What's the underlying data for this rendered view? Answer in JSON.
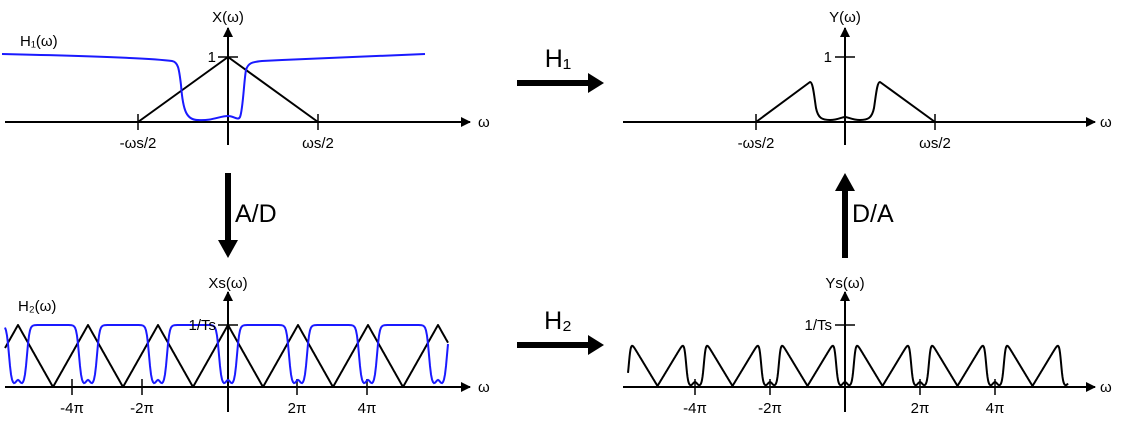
{
  "panels": {
    "top_left": {
      "y_label": "X(ω)",
      "filter_label": "H₁(ω)",
      "y_tick": "1",
      "x_ticks": [
        "-ωs/2",
        "ωs/2"
      ],
      "x_label": "ω"
    },
    "top_right": {
      "y_label": "Y(ω)",
      "y_tick": "1",
      "x_ticks": [
        "-ωs/2",
        "ωs/2"
      ],
      "x_label": "ω"
    },
    "bottom_left": {
      "y_label": "Xs(ω)",
      "filter_label": "H₂(ω)",
      "y_tick": "1/Ts",
      "x_ticks": [
        "-4π",
        "-2π",
        "2π",
        "4π"
      ],
      "x_label": "ω"
    },
    "bottom_right": {
      "y_label": "Ys(ω)",
      "y_tick": "1/Ts",
      "x_ticks": [
        "-4π",
        "-2π",
        "2π",
        "4π"
      ],
      "x_label": "ω"
    }
  },
  "arrows": {
    "h1": "H₁",
    "h2": "H₂",
    "ad": "A/D",
    "da": "D/A"
  },
  "colors": {
    "filter": "#1a1aff",
    "signal": "#000000"
  }
}
